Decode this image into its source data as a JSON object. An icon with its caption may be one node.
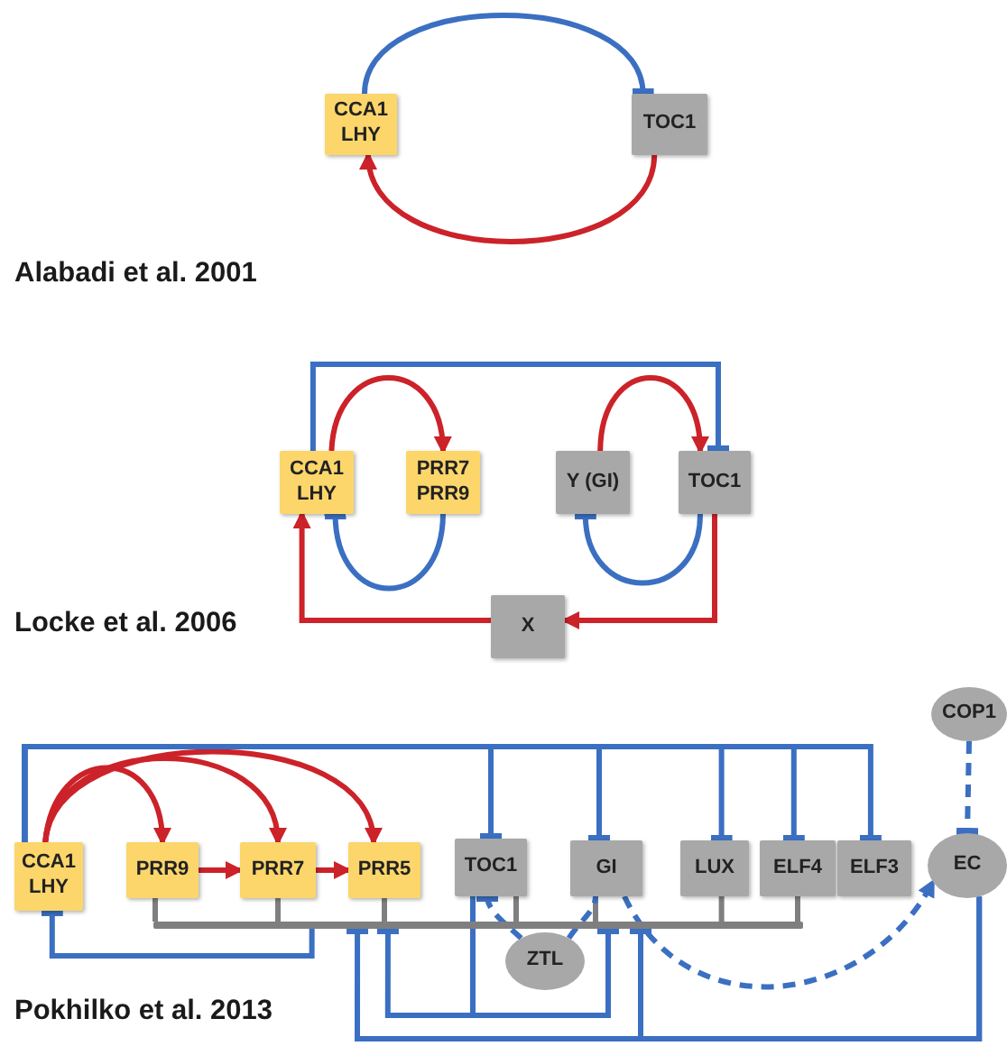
{
  "diagram": {
    "nodes": [
      {
        "text": [
          "CCA1 LHY"
        ]
      },
      {
        "text": [
          "TOC1"
        ]
      },
      {
        "text": [
          "CCA1 LHY"
        ]
      },
      {
        "text": [
          "PRR7 PRR9"
        ]
      },
      {
        "text": [
          "Y (GI)"
        ]
      },
      {
        "text": [
          "TOC1"
        ]
      },
      {
        "text": [
          "X"
        ]
      },
      {
        "text": [
          "CCA1 LHY"
        ]
      },
      {
        "text": [
          "PRR9"
        ]
      },
      {
        "text": [
          "PRR7"
        ]
      },
      {
        "text": [
          "PRR5"
        ]
      },
      {
        "text": [
          "TOC1"
        ]
      },
      {
        "text": [
          "GI"
        ]
      },
      {
        "text": [
          "LUX"
        ]
      },
      {
        "text": [
          "ELF4"
        ]
      },
      {
        "text": [
          "ELF3"
        ]
      },
      {
        "text": [
          "COP1"
        ]
      },
      {
        "text": [
          "EC"
        ]
      },
      {
        "text": [
          "ZTL"
        ]
      },
      {
        "text": [],
        "shape": "bar"
      }
    ],
    "edges": [
      {
        "from": 0,
        "to": 1,
        "arrow": "other"
      },
      {
        "from": 1,
        "to": 0,
        "arrow": "to",
        "color": "#cc2229"
      },
      {
        "from": 2,
        "to": 5,
        "arrow": "other"
      },
      {
        "from": 2,
        "to": 3,
        "arrow": "to",
        "color": "#cc2229"
      },
      {
        "from": 3,
        "to": 2,
        "arrow": "other"
      },
      {
        "from": 4,
        "to": 5,
        "arrow": "to",
        "color": "#cc2229"
      },
      {
        "from": 5,
        "to": 4,
        "arrow": "other"
      },
      {
        "from": 5,
        "to": 6,
        "arrow": "to",
        "color": "#cc2229"
      },
      {
        "from": 6,
        "to": 2,
        "arrow": "to",
        "color": "#cc2229"
      },
      {
        "from": 7,
        "to": 8,
        "arrow": "to",
        "color": "#cc2229"
      },
      {
        "from": 7,
        "to": 9,
        "arrow": "to",
        "color": "#cc2229"
      },
      {
        "from": 7,
        "to": 10,
        "arrow": "to",
        "color": "#cc2229"
      },
      {
        "from": 8,
        "to": 9,
        "arrow": "to",
        "color": "#cc2229"
      },
      {
        "from": 9,
        "to": 10,
        "arrow": "to",
        "color": "#cc2229"
      },
      {
        "from": 7,
        "to": 11,
        "arrow": "other"
      },
      {
        "from": 7,
        "to": 12,
        "arrow": "other"
      },
      {
        "from": 7,
        "to": 13,
        "arrow": "other"
      },
      {
        "from": 7,
        "to": 14,
        "arrow": "other"
      },
      {
        "from": 7,
        "to": 15,
        "arrow": "other"
      },
      {
        "from": 8,
        "to": 19,
        "arrow": "none",
        "color": "#7f7f7f"
      },
      {
        "from": 9,
        "to": 19,
        "arrow": "none",
        "color": "#7f7f7f"
      },
      {
        "from": 10,
        "to": 19,
        "arrow": "none",
        "color": "#7f7f7f"
      },
      {
        "from": 11,
        "to": 19,
        "arrow": "none",
        "color": "#7f7f7f"
      },
      {
        "from": 12,
        "to": 19,
        "arrow": "none",
        "color": "#7f7f7f"
      },
      {
        "from": 13,
        "to": 19,
        "arrow": "none",
        "color": "#7f7f7f"
      },
      {
        "from": 14,
        "to": 19,
        "arrow": "none",
        "color": "#7f7f7f"
      },
      {
        "from": 19,
        "to": 7,
        "arrow": "other"
      },
      {
        "from": 11,
        "to": 19,
        "arrow": "other"
      },
      {
        "from": 11,
        "to": 19,
        "arrow": "other"
      },
      {
        "from": 17,
        "to": 19,
        "arrow": "other"
      },
      {
        "from": 17,
        "to": 19,
        "arrow": "other"
      },
      {
        "from": 18,
        "to": 11,
        "arrow": "other",
        "style": "dashed"
      },
      {
        "from": 18,
        "to": 12,
        "arrow": "none",
        "style": "dashed"
      },
      {
        "from": 12,
        "to": 17,
        "arrow": "to",
        "style": "dashed"
      },
      {
        "from": 16,
        "to": 17,
        "arrow": "other",
        "style": "dashed"
      }
    ],
    "labels": [
      "Alabadi et al. 2001",
      "Locke et al. 2006",
      "Pokhilko et al. 2013"
    ]
  }
}
